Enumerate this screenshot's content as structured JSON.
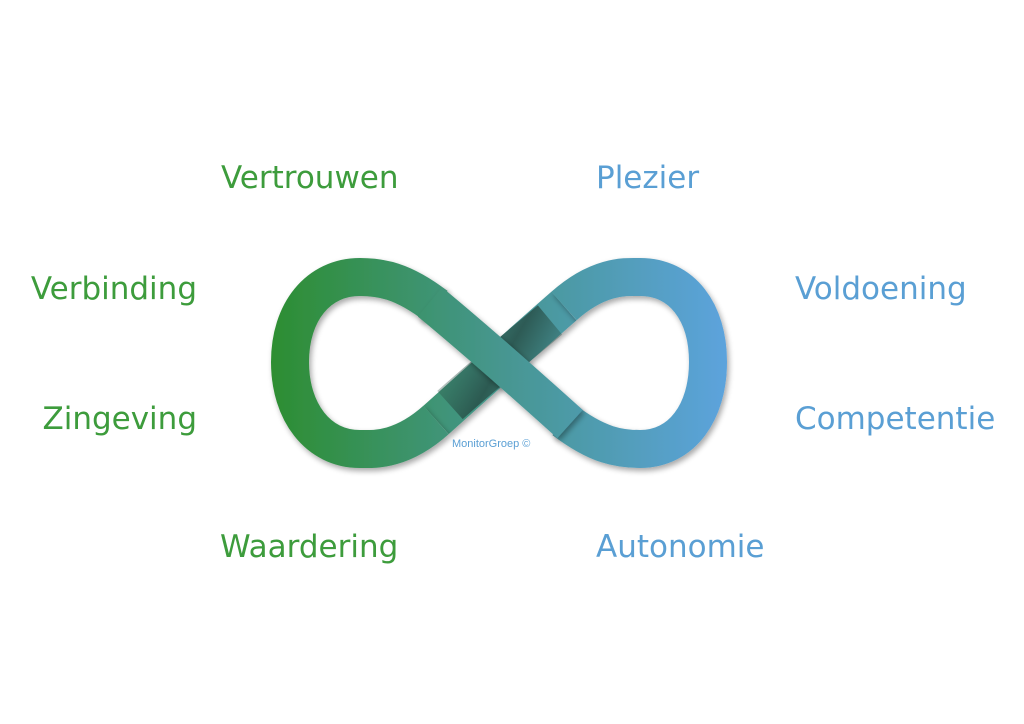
{
  "left_words": {
    "vertrouwen": "Vertrouwen",
    "verbinding": "Verbinding",
    "zingeving": "Zingeving",
    "waardering": "Waardering"
  },
  "right_words": {
    "plezier": "Plezier",
    "voldoening": "Voldoening",
    "competentie": "Competentie",
    "autonomie": "Autonomie"
  },
  "watermark": "MonitorGroep ©",
  "colors": {
    "green": "#3a9a3a",
    "blue": "#5a9fd4",
    "loop_green": "#2f8d36",
    "loop_teal": "#46968f",
    "loop_blue": "#5ba1d8"
  },
  "icon": "infinity-symbol"
}
